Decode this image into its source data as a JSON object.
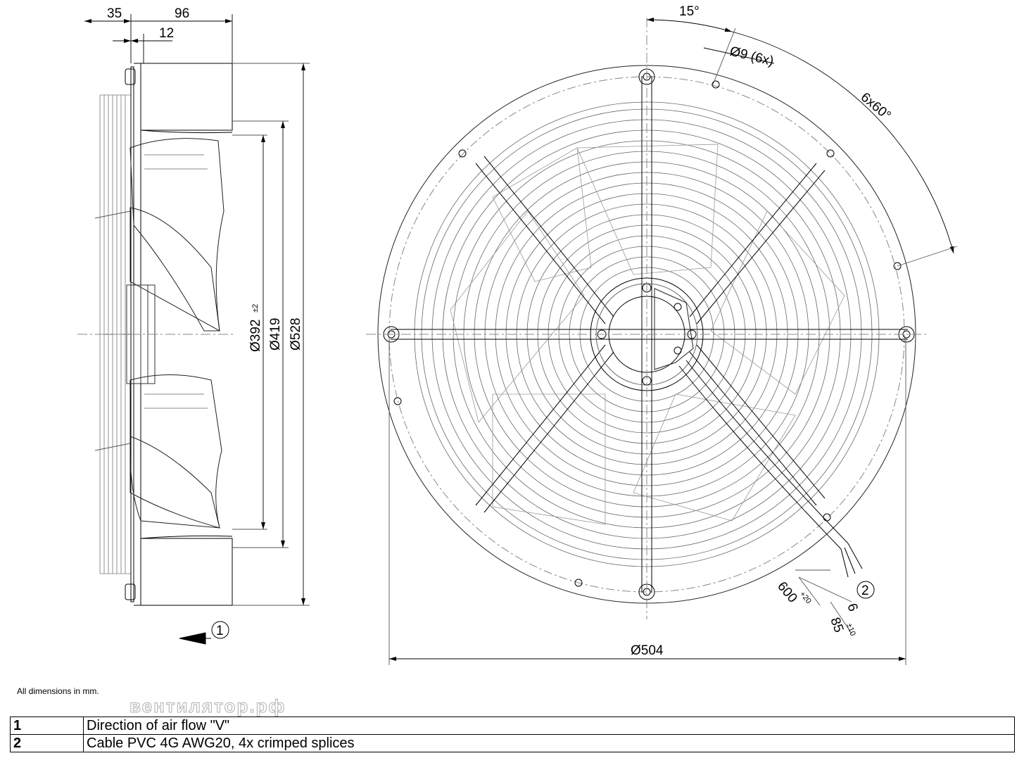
{
  "side_view": {
    "dim_35": "35",
    "dim_96": "96",
    "dim_12": "12",
    "dim_392": "Ø392",
    "dim_392_tol": "±2",
    "dim_419": "Ø419",
    "dim_528": "Ø528",
    "callout_1": "1"
  },
  "front_view": {
    "angle_15": "15°",
    "hole": "Ø9 (6x)",
    "angle_6x60": "6x60°",
    "dim_504": "Ø504",
    "cable_len": "600",
    "cable_len_tol": "+20",
    "dim_6": "6",
    "dim_85": "85",
    "dim_85_tol": "±10",
    "callout_2": "2"
  },
  "note": "All dimensions in mm.",
  "watermark": "вентилятор.рф",
  "legend": [
    {
      "num": "1",
      "text": "Direction of air flow \"V\""
    },
    {
      "num": "2",
      "text": "Cable PVC 4G AWG20, 4x crimped splices"
    }
  ]
}
